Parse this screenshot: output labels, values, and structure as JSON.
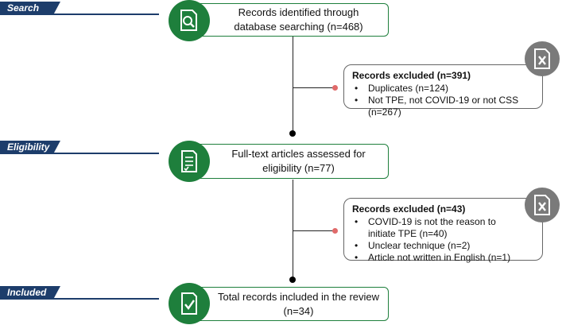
{
  "stages": {
    "search": "Search",
    "eligibility": "Eligibility",
    "included": "Included"
  },
  "boxes": {
    "identified": "Records identified through database searching (n=468)",
    "fulltext": "Full-text articles assessed for eligibility (n=77)",
    "included": "Total records included in the review (n=34)"
  },
  "excluded1": {
    "header": "Records excluded (n=391)",
    "items": [
      "Duplicates (n=124)",
      "Not TPE, not COVID-19 or not CSS (n=267)"
    ]
  },
  "excluded2": {
    "header": "Records excluded (n=43)",
    "items": [
      "COVID-19 is not the reason to initiate TPE (n=40)",
      "Unclear technique (n=2)",
      "Article not written in English (n=1)"
    ]
  },
  "colors": {
    "stage_bar": "#1d3d6b",
    "box_green": "#1e7f3c",
    "exclude_icon_gray": "#7a7a7a",
    "connector_dot": "#e06a6a"
  },
  "icons": {
    "identified": "document-search-icon",
    "fulltext": "checklist-document-icon",
    "included": "checked-document-icon",
    "excluded": "document-x-icon"
  }
}
